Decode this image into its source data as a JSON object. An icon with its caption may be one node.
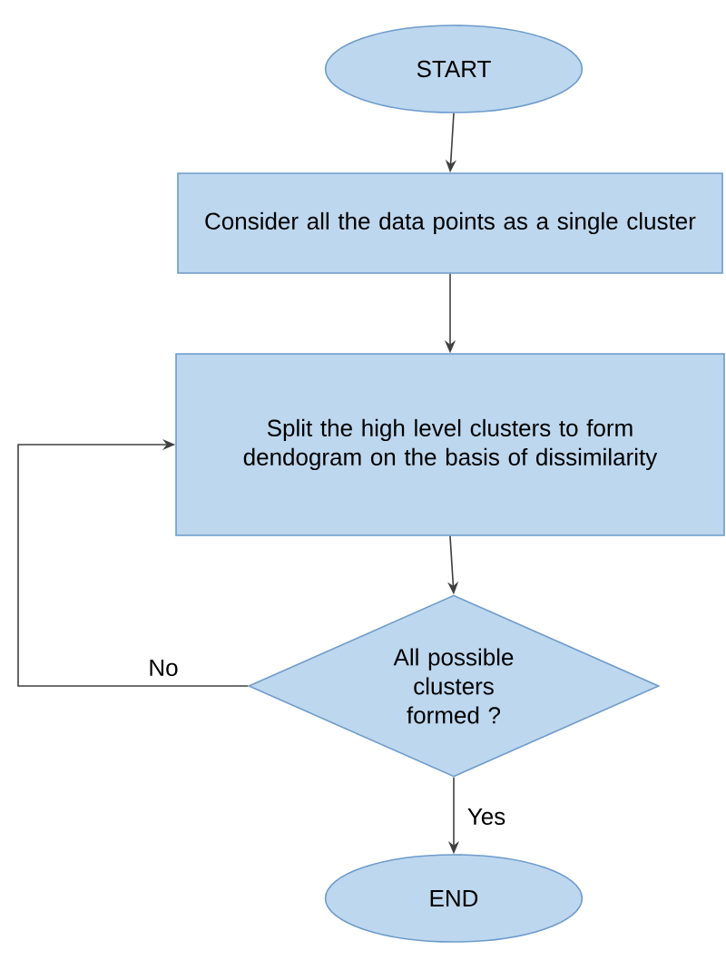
{
  "diagram": {
    "nodes": [
      {
        "text": [
          "START"
        ]
      },
      {
        "text": [
          "Consider all the data points as a single cluster"
        ]
      },
      {
        "text": [
          "Split the high level clusters to form dendogram on the basis of dissimilarity"
        ]
      },
      {
        "text": [
          "All possible clusters formed ?"
        ]
      },
      {
        "text": [
          "END"
        ]
      }
    ],
    "edges": [
      {
        "from": 0,
        "to": 1,
        "arrow": "to"
      },
      {
        "from": 1,
        "to": 2,
        "arrow": "to"
      },
      {
        "from": 2,
        "to": 3,
        "arrow": "to"
      },
      {
        "from": 3,
        "to": 4,
        "arrow": "to",
        "label": "Yes"
      },
      {
        "from": 3,
        "to": 2,
        "arrow": "to",
        "label": "No"
      }
    ]
  }
}
